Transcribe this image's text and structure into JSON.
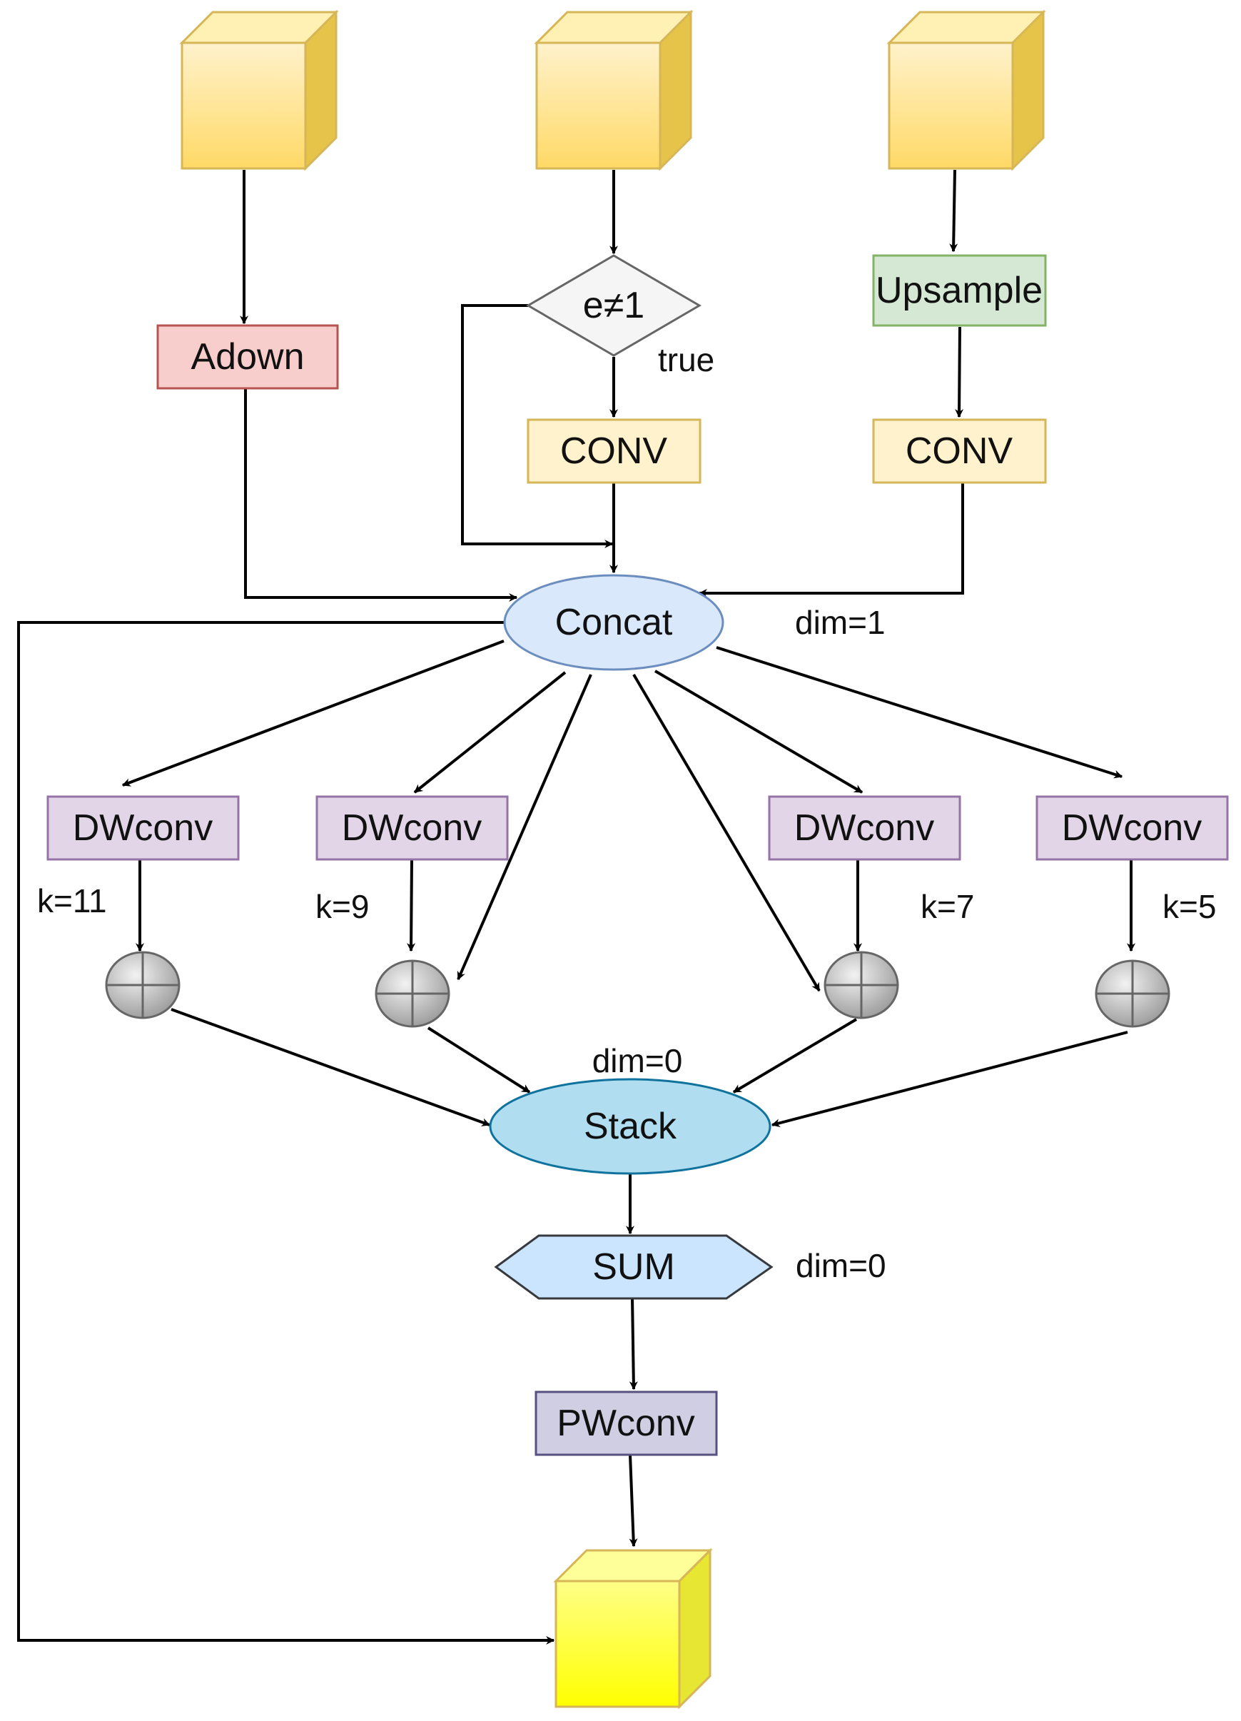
{
  "nodes": {
    "adown": "Adown",
    "condition": "e≠1",
    "upsample": "Upsample",
    "conv_middle": "CONV",
    "conv_right": "CONV",
    "concat": "Concat",
    "dwconv_1": "DWconv",
    "dwconv_2": "DWconv",
    "dwconv_3": "DWconv",
    "dwconv_4": "DWconv",
    "stack": "Stack",
    "sum": "SUM",
    "pwconv": "PWconv"
  },
  "edge_labels": {
    "true": "true",
    "concat_dim": "dim=1",
    "k_11": "k=11",
    "k_9": "k=9",
    "k_7": "k=7",
    "k_5": "k=5",
    "stack_dim": "dim=0",
    "sum_dim": "dim=0"
  },
  "colors": {
    "cube_face": "#ffd966",
    "cube_output": "#ffff33",
    "adown": "#f8cecc",
    "upsample": "#d5e8d4",
    "conv": "#fff2cc",
    "condition": "#f5f5f5",
    "concat": "#dae8fc",
    "dwconv": "#e1d5e7",
    "stack": "#b1ddf0",
    "sum": "#cce5ff",
    "pwconv": "#d0cee2",
    "plus": "#bbbbbb"
  }
}
